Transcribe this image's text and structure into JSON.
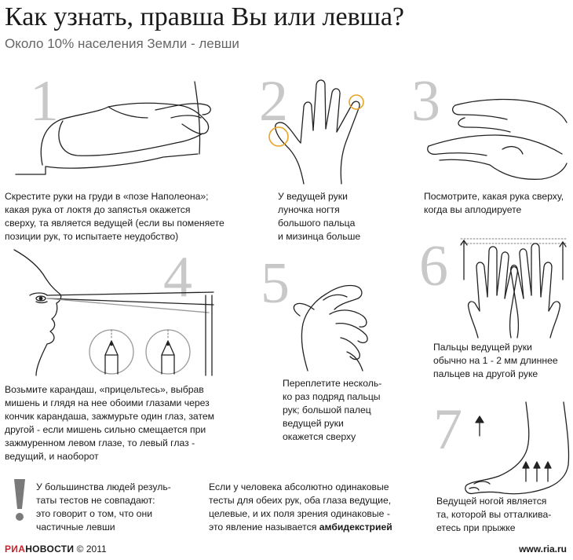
{
  "header": {
    "title": "Как узнать, правша Вы или левша?",
    "subtitle": "Около 10% населения Земли - левши"
  },
  "tests": [
    {
      "number": "1",
      "text": "Скрестите руки на груди в «позе Наполеона»;\nкакая рука от локтя до запястья окажется\nсверху, та является ведущей (если вы поменяете\nпозиции рук, то испытаете неудобство)"
    },
    {
      "number": "2",
      "text": "У ведущей руки\nлуночка ногтя\nбольшого пальца\nи мизинца больше"
    },
    {
      "number": "3",
      "text": "Посмотрите, какая рука сверху,\nкогда вы аплодируете"
    },
    {
      "number": "4",
      "text": "Возьмите карандаш, «прицельтесь», выбрав\nмишень и глядя на нее обоими глазами через\nкончик карандаша, зажмурьте один глаз, затем\nдругой - если мишень сильно смещается при\nзажмуренном левом глазе, то левый глаз -\nведущий, и наоборот"
    },
    {
      "number": "5",
      "text": "Переплетите несколь-\nко раз подряд пальцы\nрук; большой палец\nведущей руки\nокажется сверху"
    },
    {
      "number": "6",
      "text": "Пальцы ведущей руки\nобычно на 1 - 2 мм длиннее\nпальцев на другой руке"
    },
    {
      "number": "7",
      "text": "Ведущей ногой является\nта, которой вы отталкива-\nетесь при прыжке"
    }
  ],
  "notes": {
    "mismatch": "У большинства людей резуль-\nтаты тестов не совпадают:\nэто говорит о том, что они\nчастичные левши",
    "ambidex_prefix": "Если у человека абсолютно одинаковые\nтесты для обеих рук, оба глаза ведущие,\nцелевые, и их поля зрения одинаковые -\nэто явление называется ",
    "ambidex_term": "амбидекстрией",
    "exclamation": "!"
  },
  "footer": {
    "logo_ria": "РИА",
    "logo_novosti": "НОВОСТИ",
    "copyright": "© 2011",
    "url": "www.ria.ru"
  },
  "colors": {
    "number": "#c8c8c8",
    "marker": "#e8a426",
    "logo_red": "#c8232c"
  },
  "icons": [
    "crossed-arms",
    "raised-hand",
    "clapping-hands",
    "aiming-eye",
    "pencil-tip",
    "interlocked-fingers",
    "two-hands-compared",
    "foot",
    "up-arrow",
    "exclamation-mark"
  ]
}
